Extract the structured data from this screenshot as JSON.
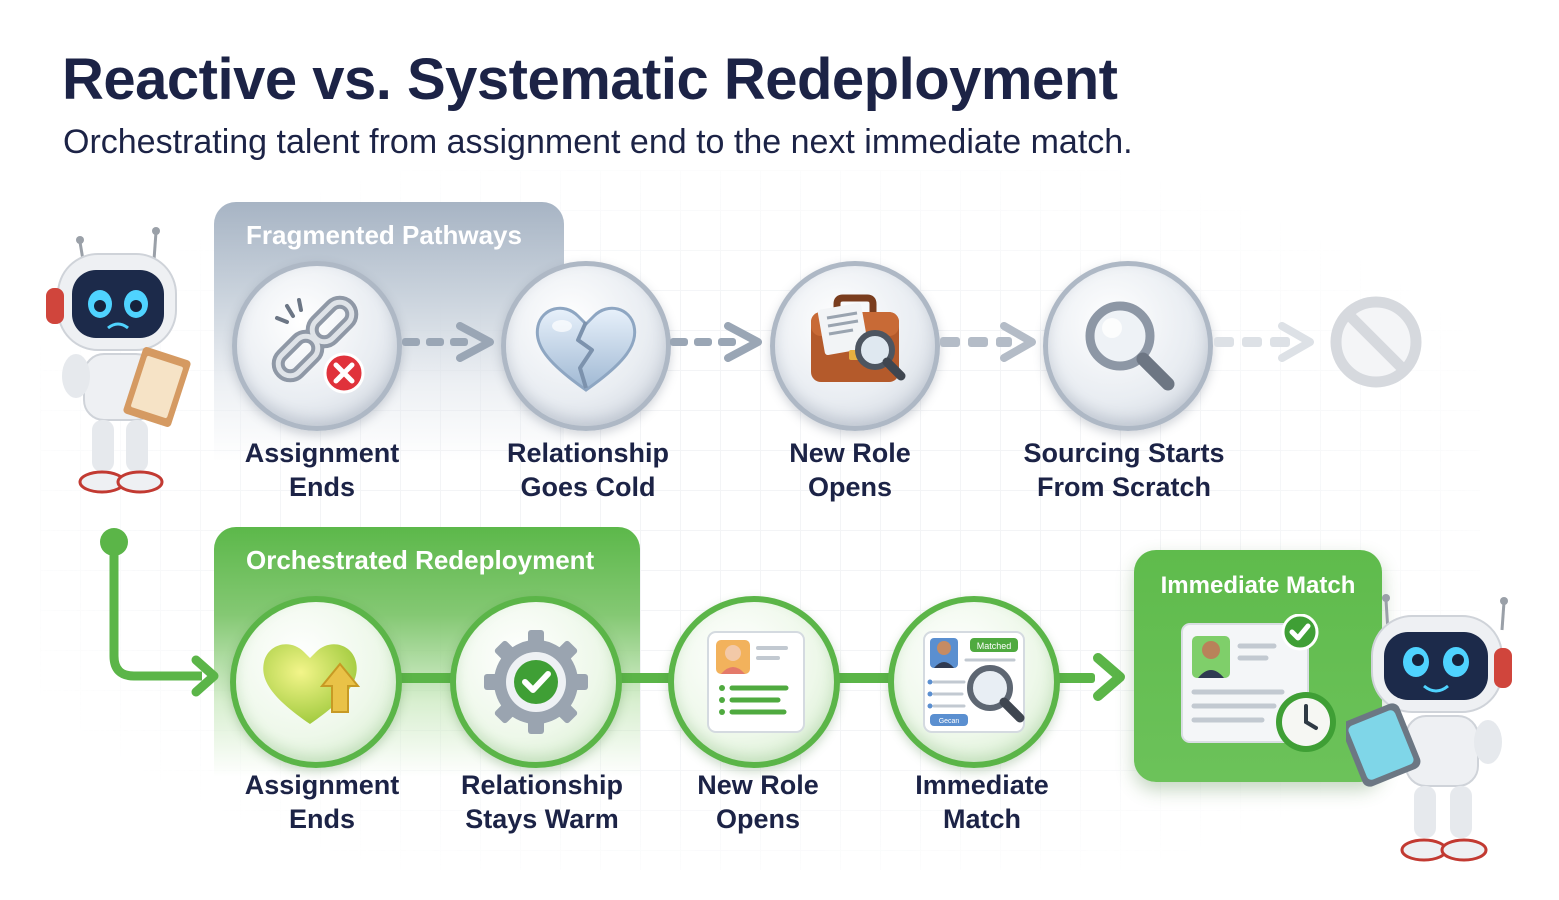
{
  "header": {
    "title": "Reactive vs. Systematic Redeployment",
    "subtitle": "Orchestrating talent from assignment end to the next immediate match."
  },
  "fragmented": {
    "label": "Fragmented Pathways",
    "steps": [
      {
        "label": "Assignment\nEnds",
        "icon": "broken-chain-icon"
      },
      {
        "label": "Relationship\nGoes Cold",
        "icon": "broken-heart-icon"
      },
      {
        "label": "New Role\nOpens",
        "icon": "briefcase-search-icon"
      },
      {
        "label": "Sourcing Starts\nFrom Scratch",
        "icon": "magnifier-icon"
      }
    ],
    "end_icon": "prohibited-icon"
  },
  "orchestrated": {
    "label": "Orchestrated Redeployment",
    "steps": [
      {
        "label": "Assignment\nEnds",
        "icon": "heart-up-icon"
      },
      {
        "label": "Relationship\nStays Warm",
        "icon": "gear-check-icon"
      },
      {
        "label": "New Role\nOpens",
        "icon": "profile-card-icon"
      },
      {
        "label": "Immediate\nMatch",
        "icon": "matched-profile-icon"
      }
    ],
    "card_badge": "Matched",
    "card_button": "Gecan",
    "result": {
      "label": "Immediate Match",
      "icon": "profile-check-clock-icon"
    }
  },
  "colors": {
    "title": "#1c2346",
    "gray_panel": "#a7b4c4",
    "green_panel": "#5cb84a",
    "green_accent": "#5bb548",
    "red_badge": "#e0323b"
  }
}
